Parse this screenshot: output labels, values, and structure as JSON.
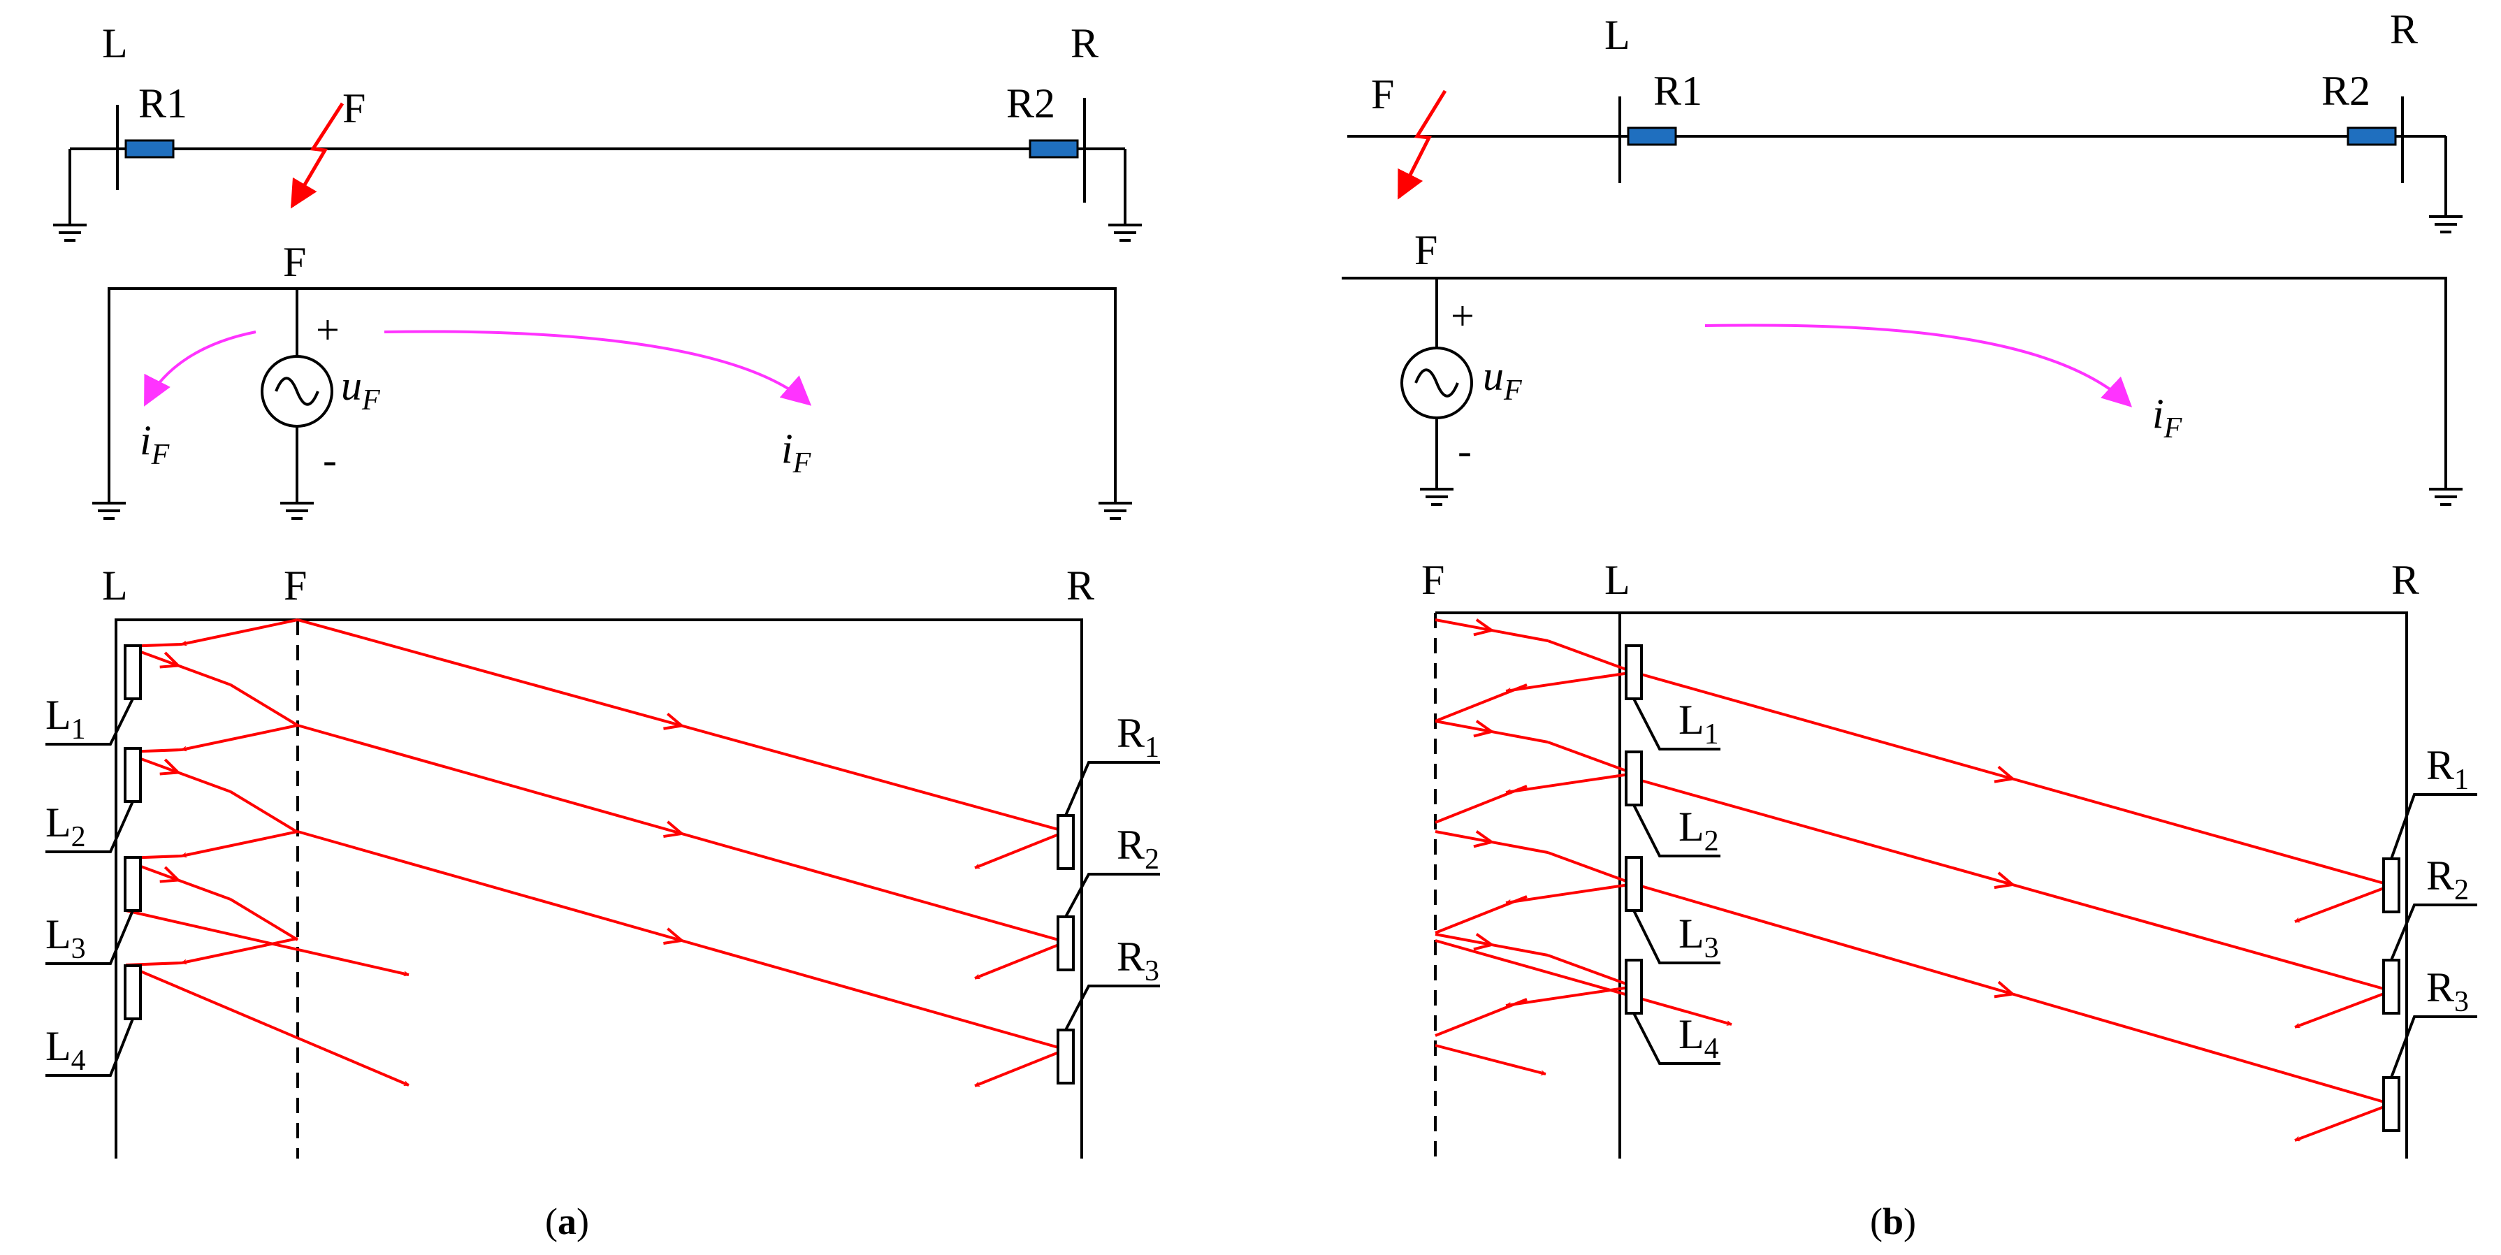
{
  "labels": {
    "L": "L",
    "R": "R",
    "F": "F",
    "R1": "R1",
    "R2": "R2",
    "plus": "+",
    "minus": "-",
    "u": "u",
    "i": "i",
    "sub_F": "F",
    "relay_L": [
      "L",
      "L",
      "L",
      "L"
    ],
    "relay_L_sub": [
      "1",
      "2",
      "3",
      "4"
    ],
    "relay_R": [
      "R",
      "R",
      "R"
    ],
    "relay_R_sub": [
      "1",
      "2",
      "3"
    ]
  },
  "captions": {
    "a": {
      "open": "(",
      "letter": "a",
      "close": ")"
    },
    "b": {
      "open": "(",
      "letter": "b",
      "close": ")"
    }
  },
  "colors": {
    "line": "#000000",
    "wave": "#ff0000",
    "current": "#ff33ff",
    "relay_fill": "#1f6fbf",
    "fault": "#ff0000"
  }
}
